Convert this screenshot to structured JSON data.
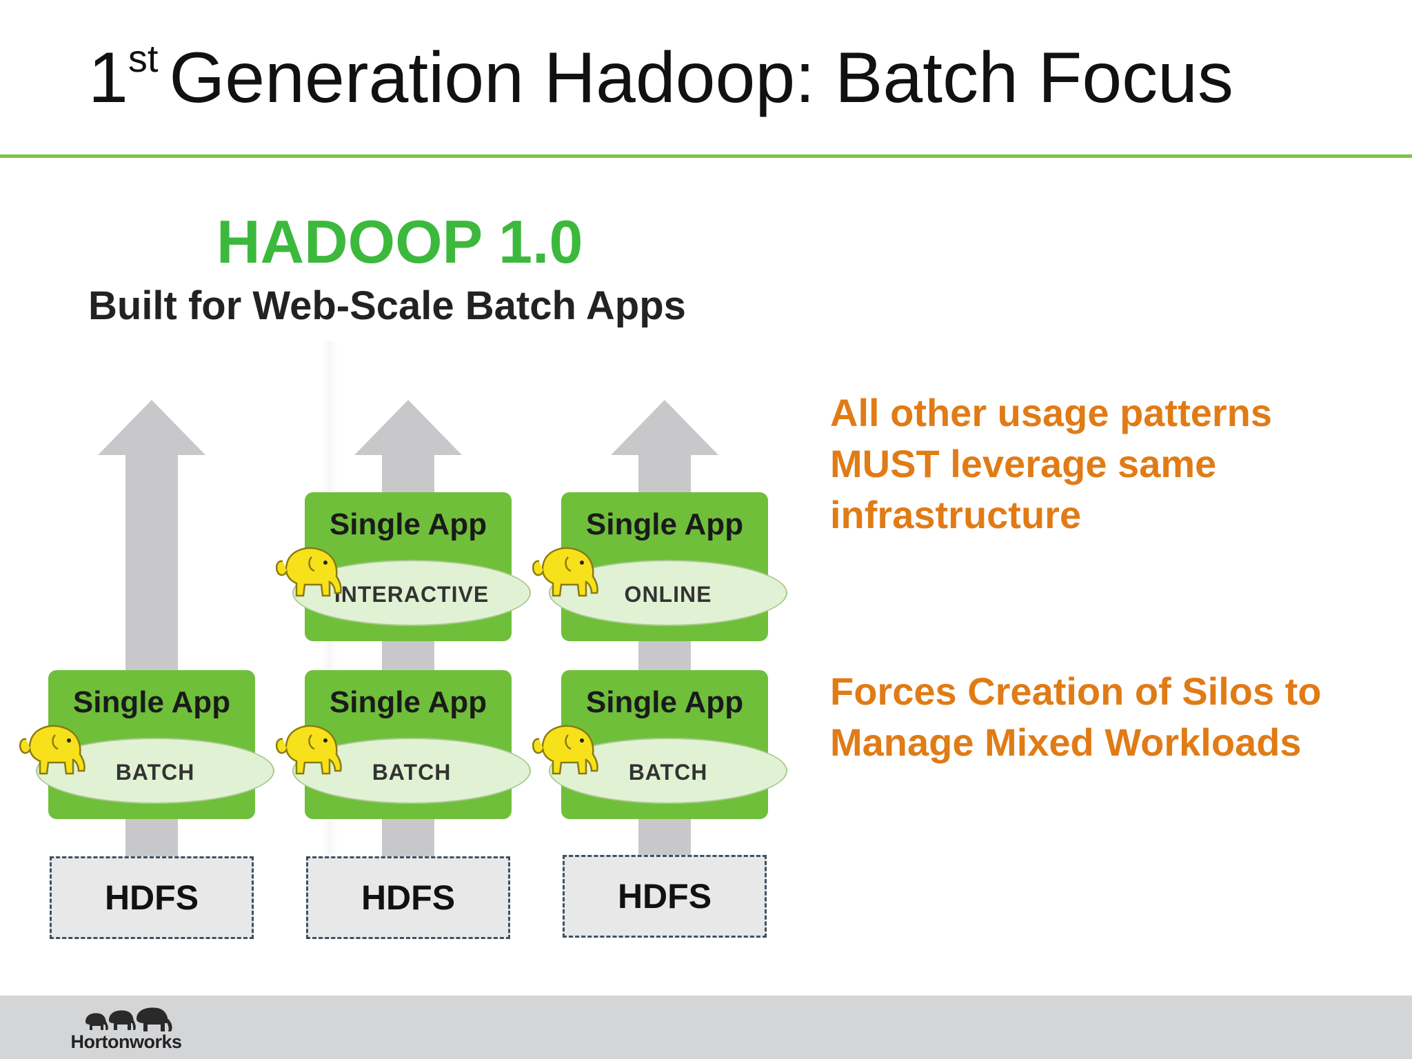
{
  "slide": {
    "title_number": "1",
    "title_suffix": "st",
    "title_rest": "Generation Hadoop: Batch Focus",
    "heading": "HADOOP 1.0",
    "subheading": "Built for Web-Scale Batch Apps"
  },
  "columns": [
    {
      "apps": [
        {
          "label": "Single App",
          "type": "BATCH"
        }
      ],
      "storage": "HDFS"
    },
    {
      "apps": [
        {
          "label": "Single App",
          "type": "INTERACTIVE"
        },
        {
          "label": "Single App",
          "type": "BATCH"
        }
      ],
      "storage": "HDFS"
    },
    {
      "apps": [
        {
          "label": "Single App",
          "type": "ONLINE"
        },
        {
          "label": "Single App",
          "type": "BATCH"
        }
      ],
      "storage": "HDFS"
    }
  ],
  "notes": [
    [
      "All other usage patterns",
      "MUST leverage same",
      "infrastructure"
    ],
    [
      "Forces Creation of Silos to",
      "Manage Mixed Workloads"
    ]
  ],
  "footer": {
    "logo_text": "Hortonworks",
    "logo_icon": "elephant-herd-icon"
  },
  "colors": {
    "accent_green": "#3cb93c",
    "app_green": "#6fbf3a",
    "note_orange": "#e07b16",
    "arrow_gray": "#c8c8ca",
    "rule_green": "#7dc242"
  }
}
